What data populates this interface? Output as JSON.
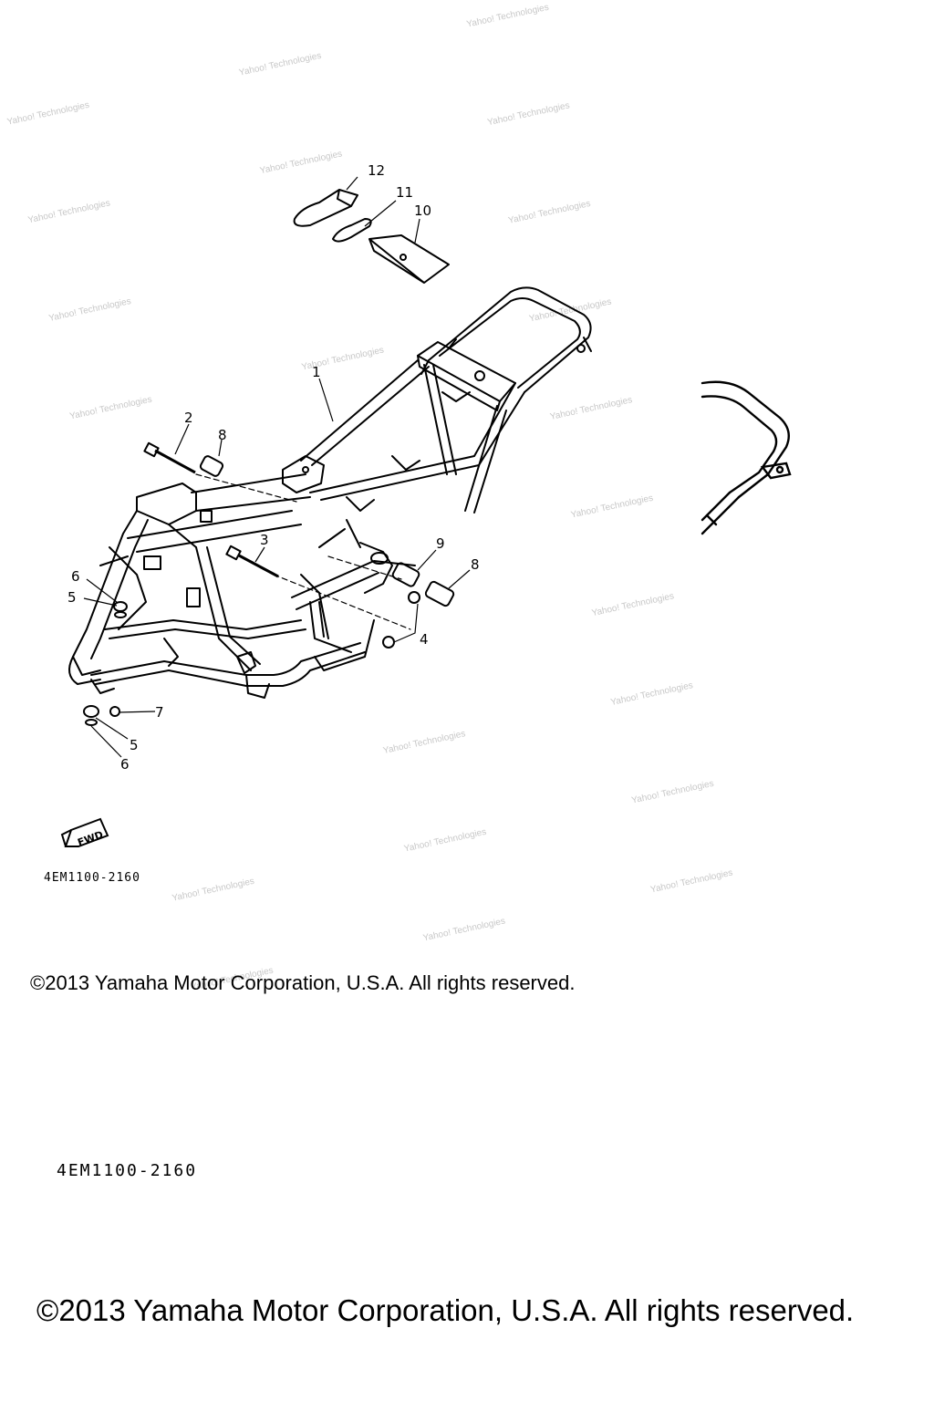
{
  "diagram": {
    "callouts": [
      "1",
      "2",
      "3",
      "4",
      "5",
      "5",
      "6",
      "6",
      "7",
      "8",
      "8",
      "9",
      "10",
      "11",
      "12"
    ],
    "fwd_label": "FWD",
    "diagram_code": "4EM1100-2160"
  },
  "footer": {
    "diagram_code": "4EM1100-2160",
    "copyright": "©2013 Yamaha Motor Corporation, U.S.A. All rights reserved."
  },
  "watermark": {
    "lines": [
      "Yahoo!",
      "Technologies"
    ]
  }
}
